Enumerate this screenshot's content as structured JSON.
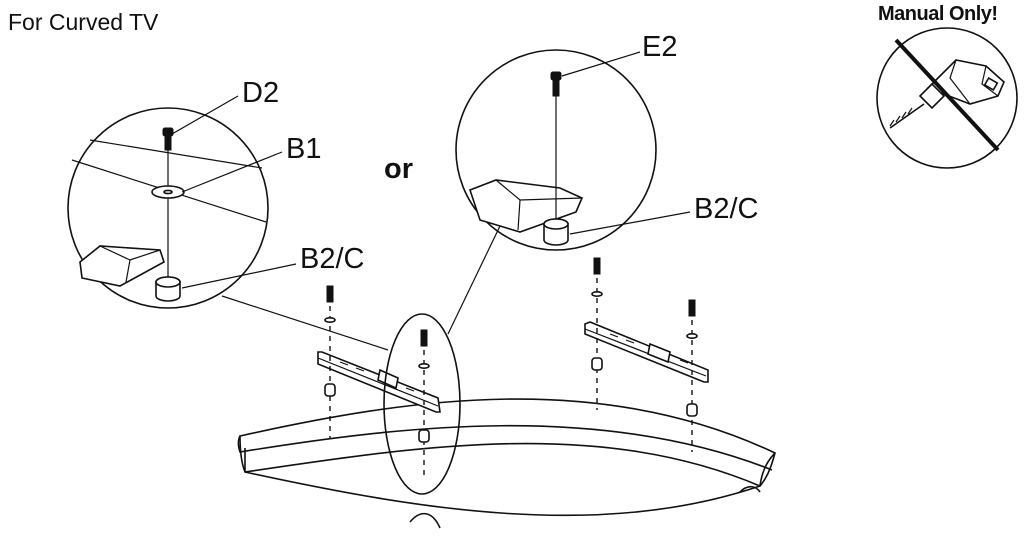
{
  "header": {
    "title": "For Curved TV"
  },
  "warning": {
    "text": "Manual Only!"
  },
  "callouts": {
    "left": {
      "screw": "D2",
      "washer": "B1",
      "spacer": "B2/C"
    },
    "right": {
      "screw": "E2",
      "spacer": "B2/C"
    }
  },
  "connector": {
    "text": "or"
  },
  "colors": {
    "ink": "#111111",
    "background": "#ffffff"
  },
  "icons": [
    "drill-icon",
    "prohibition-slash-icon",
    "screw-icon",
    "washer-icon",
    "spacer-icon"
  ]
}
